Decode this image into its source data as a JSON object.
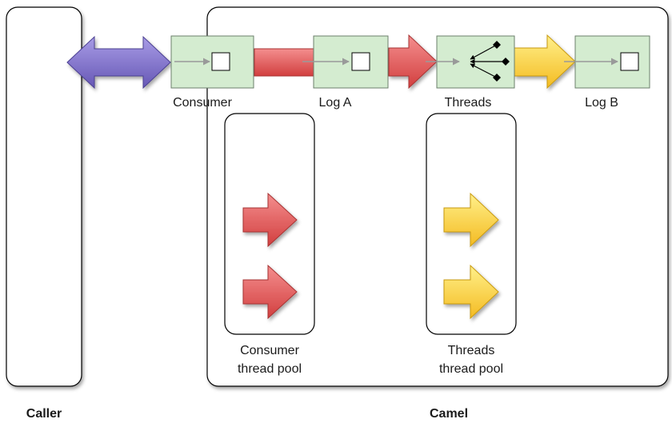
{
  "caller": {
    "caption": "Caller"
  },
  "camel": {
    "caption": "Camel"
  },
  "nodes": {
    "consumer": "Consumer",
    "log_a": "Log A",
    "threads": "Threads",
    "log_b": "Log B"
  },
  "pools": {
    "consumer": {
      "line1": "Consumer",
      "line2": "thread pool"
    },
    "threads": {
      "line1": "Threads",
      "line2": "thread pool"
    }
  },
  "colors": {
    "purple": "#7d70c9",
    "red": "#e05858",
    "yellow": "#f7c936",
    "node_fill": "#d4ecd0",
    "node_stroke": "#6b7f6b"
  }
}
